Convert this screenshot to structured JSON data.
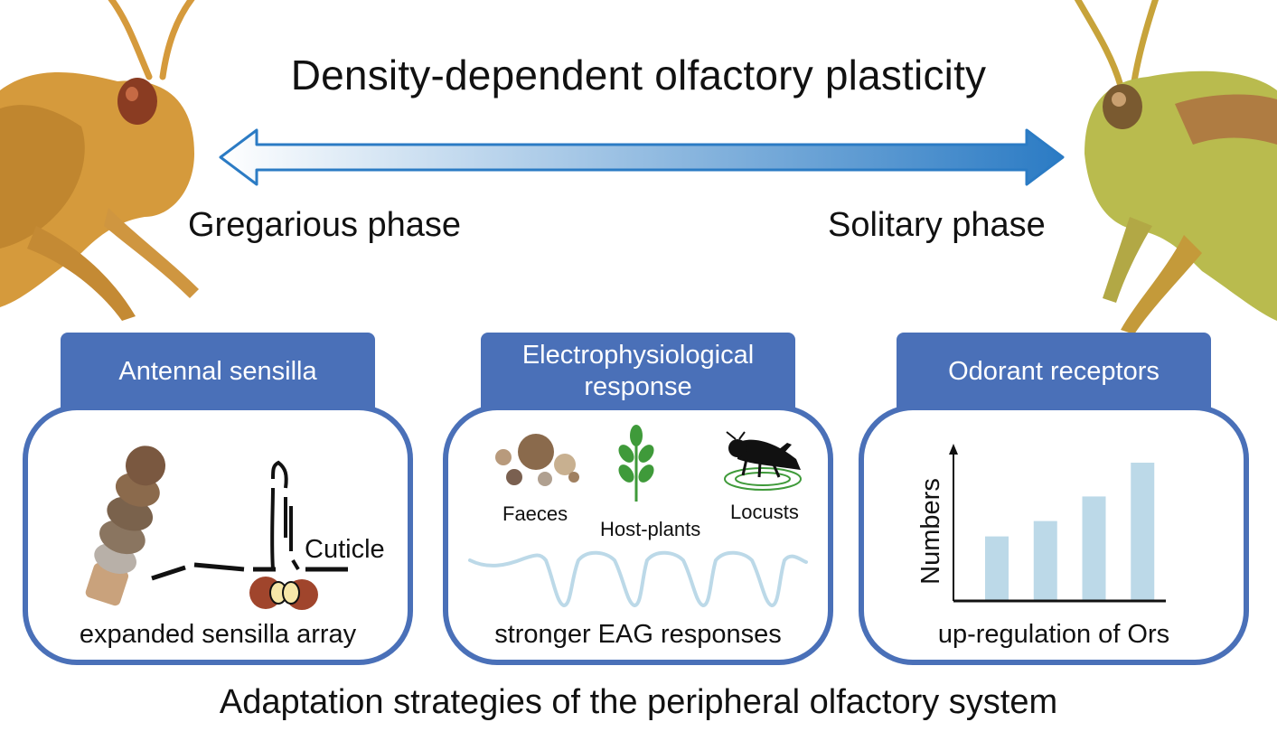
{
  "title": "Density-dependent olfactory plasticity",
  "phases": {
    "left": "Gregarious phase",
    "right": "Solitary phase"
  },
  "colors": {
    "accent": "#4a70b8",
    "arrow_start": "#ffffff",
    "arrow_end": "#2b7bc4",
    "bar": "#bcd9e8",
    "gregarious_locust": "#d59a3c",
    "solitary_locust": "#b9bb4e"
  },
  "panels": [
    {
      "header": "Antennal sensilla",
      "caption": "expanded sensilla array",
      "labels": {
        "cuticle": "Cuticle"
      }
    },
    {
      "header_line1": "Electrophysiological",
      "header_line2": "response",
      "caption": "stronger EAG responses",
      "icons": [
        {
          "label": "Faeces",
          "icon": "faeces-icon"
        },
        {
          "label": "Host-plants",
          "icon": "plant-icon"
        },
        {
          "label": "Locusts",
          "icon": "locust-icon"
        }
      ]
    },
    {
      "header": "Odorant receptors",
      "caption": "up-regulation of Ors",
      "chart_data": {
        "type": "bar",
        "categories": [
          "",
          "",
          "",
          ""
        ],
        "values": [
          2.1,
          2.6,
          3.4,
          4.5
        ],
        "ylabel": "Numbers",
        "xlabel": "",
        "ylim": [
          0,
          5
        ]
      }
    }
  ],
  "footer": "Adaptation strategies of the peripheral olfactory system"
}
